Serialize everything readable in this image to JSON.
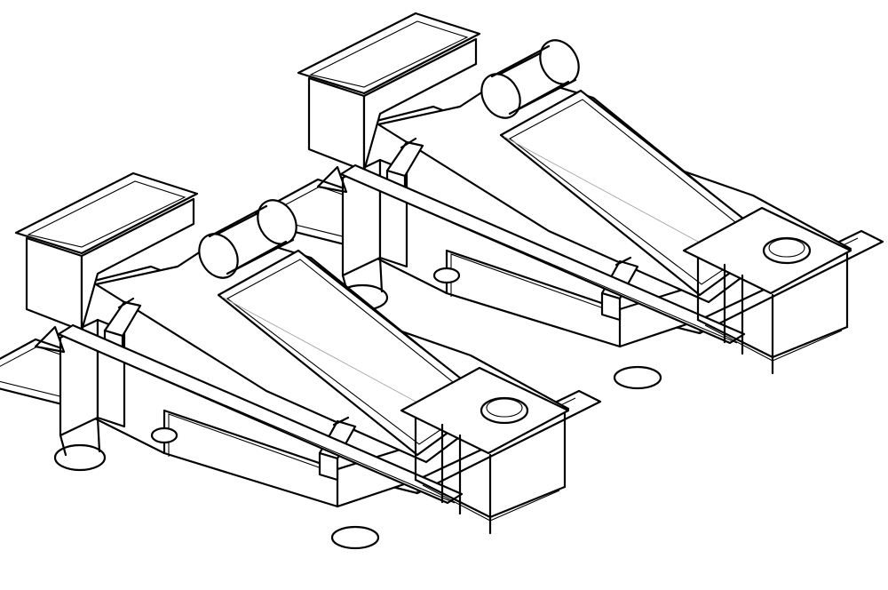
{
  "drawing": {
    "style": "isometric line drawing",
    "units": [
      {
        "id": "unit-back",
        "placement": "upper-right"
      },
      {
        "id": "unit-front",
        "placement": "lower-left"
      }
    ],
    "colors": {
      "line": "#000000",
      "background": "#ffffff",
      "hidden_line": "#9a9a9a"
    }
  }
}
